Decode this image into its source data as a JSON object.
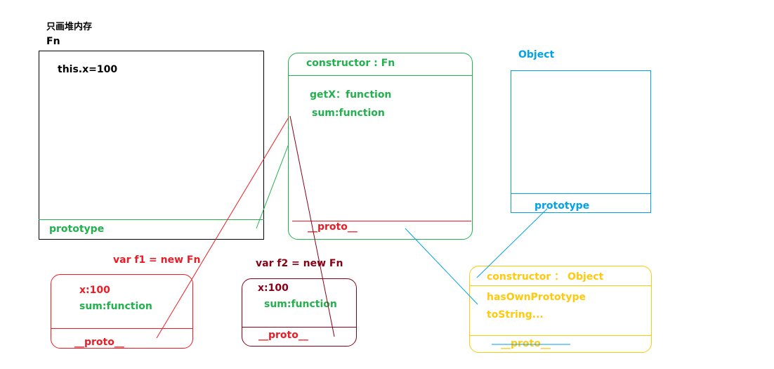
{
  "notes": {
    "heap_only": "只画堆内存"
  },
  "fn_box": {
    "title": "Fn",
    "field": "this.x=100",
    "prototype_label": "prototype"
  },
  "fn_prototype": {
    "constructor": "constructor : Fn",
    "getx": "getX：function",
    "sum": "sum:function",
    "proto": "__proto__"
  },
  "object_box": {
    "title": "Object",
    "prototype_label": "prototype"
  },
  "object_prototype": {
    "constructor": "constructor ： Object",
    "has_own": "hasOwnPrototype",
    "to_string": "toString...",
    "proto": "__proto__"
  },
  "f1": {
    "label": "var f1 = new Fn",
    "x": "x:100",
    "sum": "sum:function",
    "proto": "__proto__"
  },
  "f2": {
    "label": "var f2 = new Fn",
    "x": "x:100",
    "sum": "sum:function",
    "proto": "__proto__"
  },
  "colors": {
    "black": "#000000",
    "green": "#22b14c",
    "red": "#ed1c24",
    "blue": "#00a2e8",
    "yellow": "#ffc90e",
    "darkred": "#880015"
  }
}
